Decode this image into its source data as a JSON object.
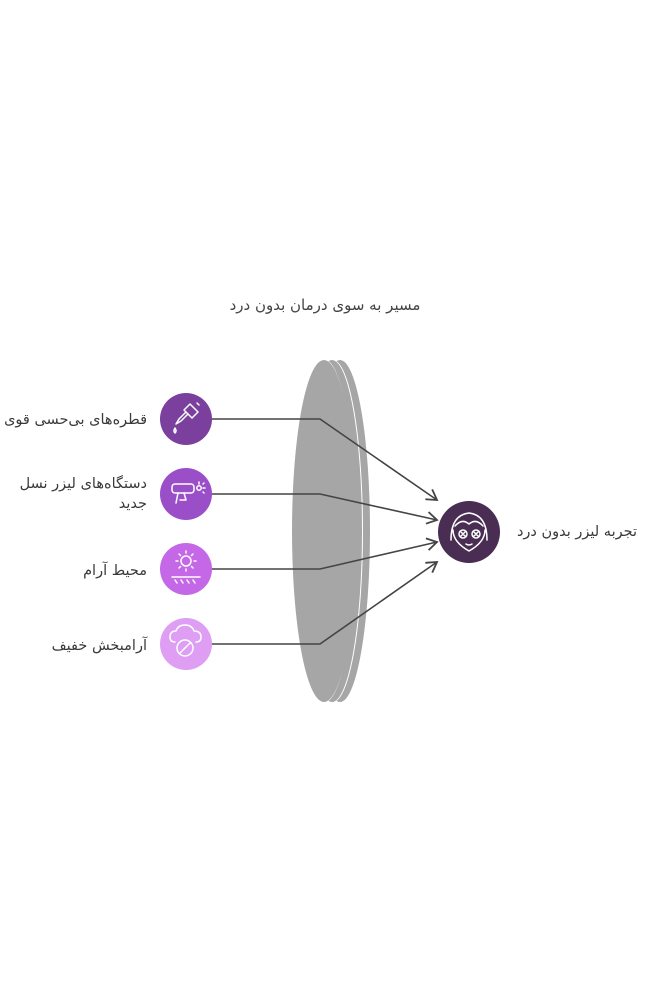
{
  "title": "مسیر به سوی درمان بدون درد",
  "inputs": [
    {
      "label": "قطره‌های بی‌حسی قوی",
      "color": "#7b3f9e",
      "icon": "eye-drop-icon"
    },
    {
      "label": "دستگاه‌های لیزر نسل جدید",
      "color": "#9a4fc9",
      "icon": "laser-device-icon"
    },
    {
      "label": "محیط آرام",
      "color": "#c468e8",
      "icon": "sun-calm-icon"
    },
    {
      "label": "آرامبخش خفیف",
      "color": "#dd9ef3",
      "icon": "cloud-sedative-icon"
    }
  ],
  "result": {
    "label": "تجربه لیزر بدون درد",
    "color": "#4a2d52",
    "icon": "relaxed-face-icon"
  },
  "lens_color": "#a6a6a6"
}
